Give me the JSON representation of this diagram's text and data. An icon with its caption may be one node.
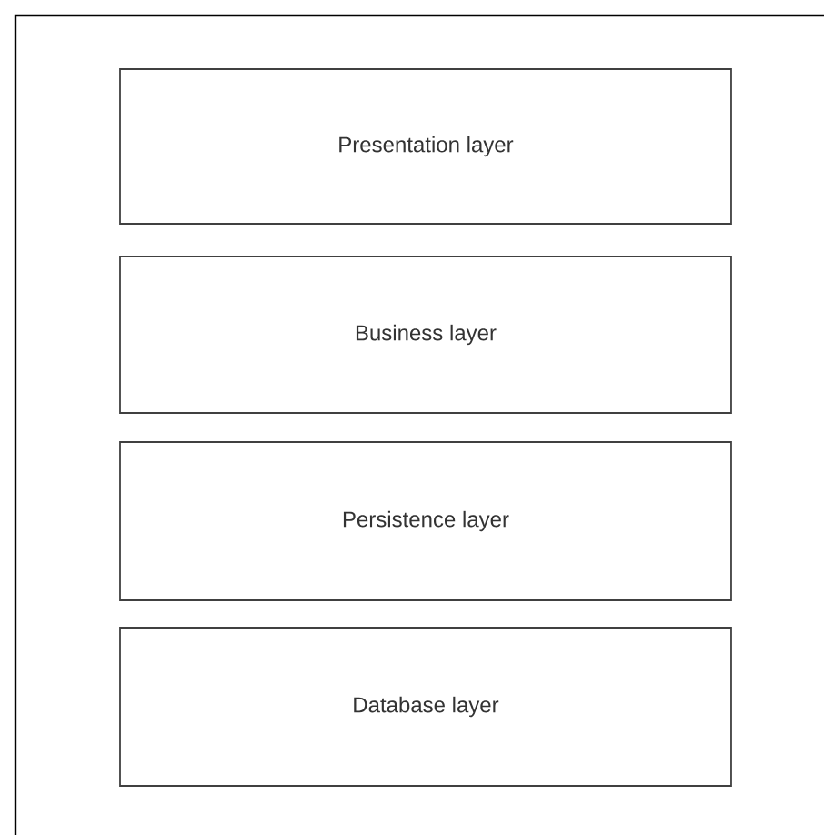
{
  "diagram": {
    "nodes": [
      {
        "text": [
          "Presentation layer"
        ]
      },
      {
        "text": [
          "Business layer"
        ]
      },
      {
        "text": [
          "Persistence layer"
        ]
      },
      {
        "text": [
          "Database layer"
        ]
      }
    ]
  }
}
